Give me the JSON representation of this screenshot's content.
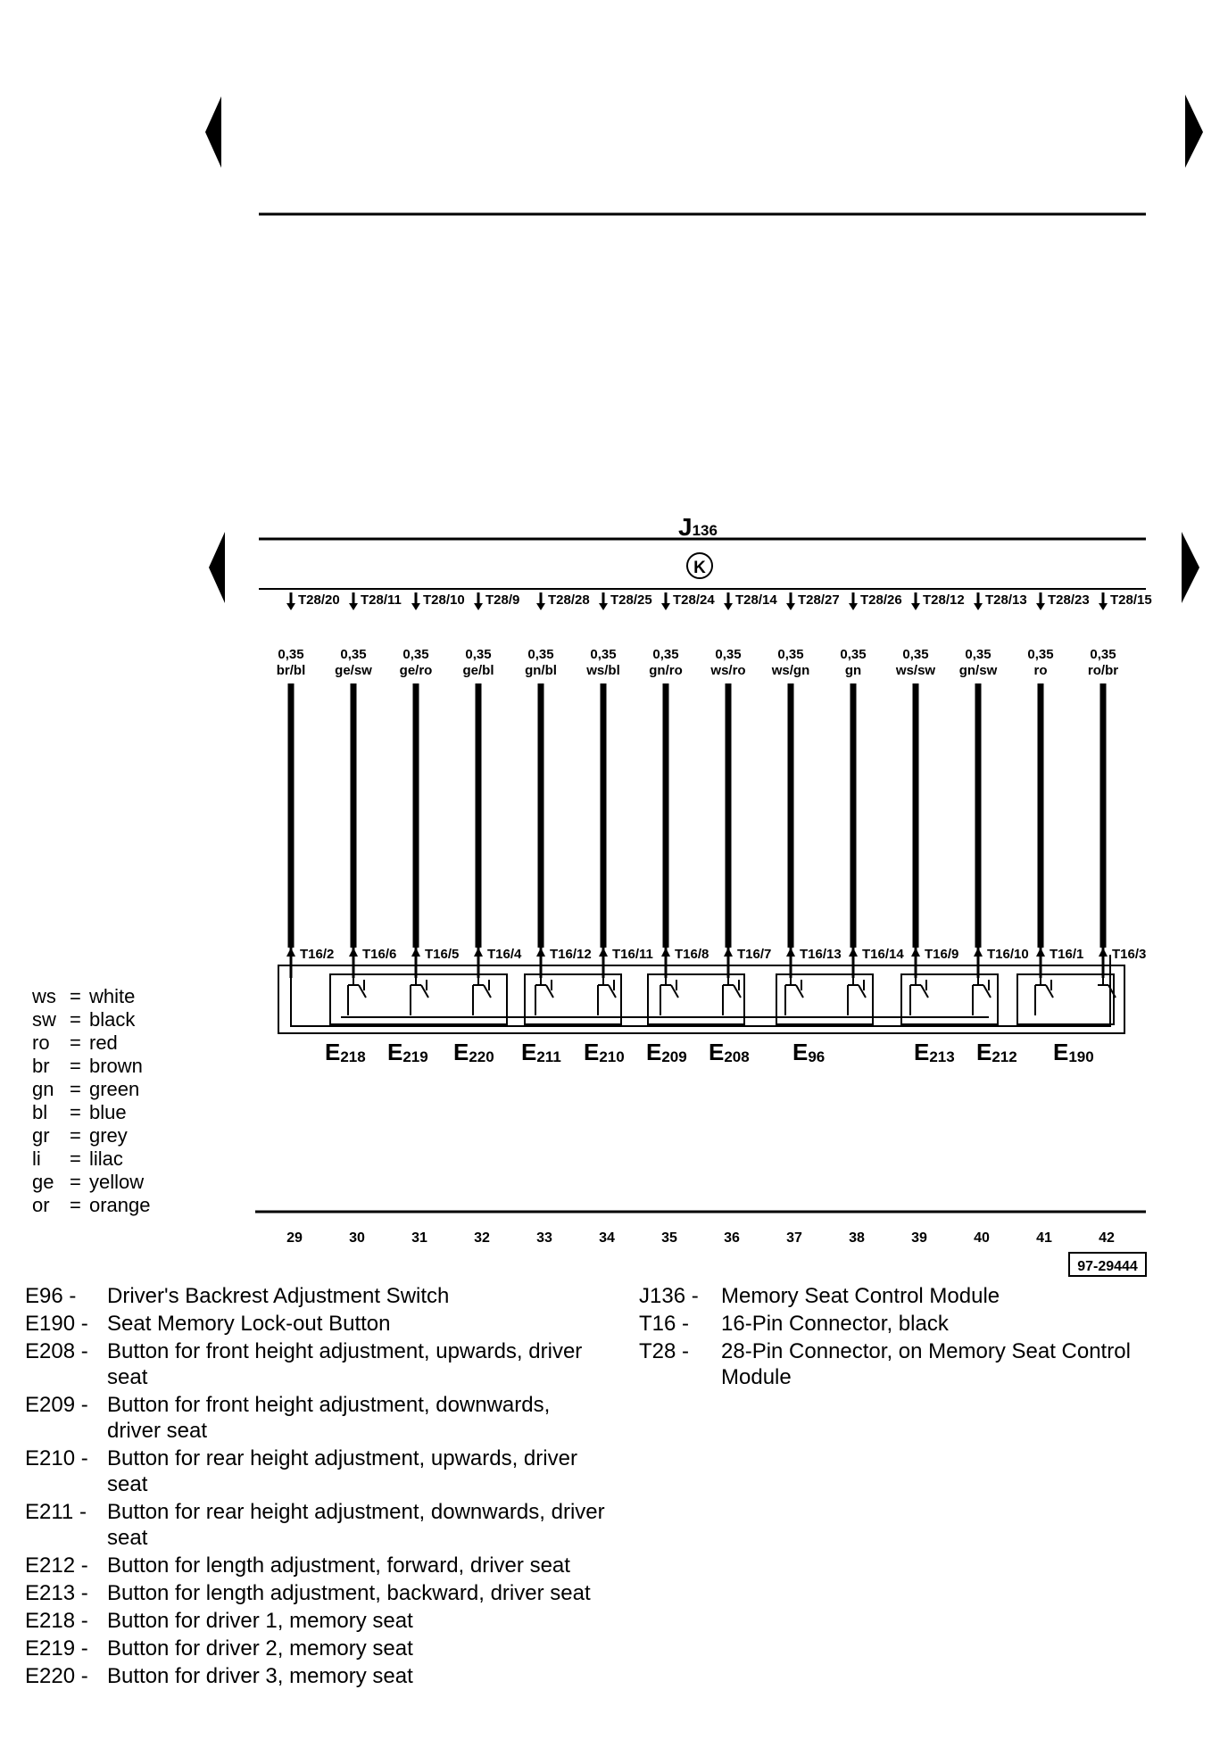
{
  "module": {
    "name": "J",
    "subscript": "136",
    "symbol": "K"
  },
  "wires": [
    {
      "t28": "T28/20",
      "size": "0,35",
      "color": "br/bl",
      "t16": "T16/2",
      "track": "29"
    },
    {
      "t28": "T28/11",
      "size": "0,35",
      "color": "ge/sw",
      "t16": "T16/6",
      "track": "30"
    },
    {
      "t28": "T28/10",
      "size": "0,35",
      "color": "ge/ro",
      "t16": "T16/5",
      "track": "31"
    },
    {
      "t28": "T28/9",
      "size": "0,35",
      "color": "ge/bl",
      "t16": "T16/4",
      "track": "32"
    },
    {
      "t28": "T28/28",
      "size": "0,35",
      "color": "gn/bl",
      "t16": "T16/12",
      "track": "33"
    },
    {
      "t28": "T28/25",
      "size": "0,35",
      "color": "ws/bl",
      "t16": "T16/11",
      "track": "34"
    },
    {
      "t28": "T28/24",
      "size": "0,35",
      "color": "gn/ro",
      "t16": "T16/8",
      "track": "35"
    },
    {
      "t28": "T28/14",
      "size": "0,35",
      "color": "ws/ro",
      "t16": "T16/7",
      "track": "36"
    },
    {
      "t28": "T28/27",
      "size": "0,35",
      "color": "ws/gn",
      "t16": "T16/13",
      "track": "37"
    },
    {
      "t28": "T28/26",
      "size": "0,35",
      "color": "gn",
      "t16": "T16/14",
      "track": "38"
    },
    {
      "t28": "T28/12",
      "size": "0,35",
      "color": "ws/sw",
      "t16": "T16/9",
      "track": "39"
    },
    {
      "t28": "T28/13",
      "size": "0,35",
      "color": "gn/sw",
      "t16": "T16/10",
      "track": "40"
    },
    {
      "t28": "T28/23",
      "size": "0,35",
      "color": "ro",
      "t16": "T16/1",
      "track": "41"
    },
    {
      "t28": "T28/15",
      "size": "0,35",
      "color": "ro/br",
      "t16": "T16/3",
      "track": "42"
    }
  ],
  "switches": [
    {
      "letter": "E",
      "sub": "218"
    },
    {
      "letter": "E",
      "sub": "219"
    },
    {
      "letter": "E",
      "sub": "220"
    },
    {
      "letter": "E",
      "sub": "211"
    },
    {
      "letter": "E",
      "sub": "210"
    },
    {
      "letter": "E",
      "sub": "209"
    },
    {
      "letter": "E",
      "sub": "208"
    },
    {
      "letter": "E",
      "sub": "96"
    },
    {
      "letter": "E",
      "sub": "213"
    },
    {
      "letter": "E",
      "sub": "212"
    },
    {
      "letter": "E",
      "sub": "190"
    }
  ],
  "diagram_id": "97-29444",
  "color_legend": [
    {
      "code": "ws",
      "name": "white"
    },
    {
      "code": "sw",
      "name": "black"
    },
    {
      "code": "ro",
      "name": "red"
    },
    {
      "code": "br",
      "name": "brown"
    },
    {
      "code": "gn",
      "name": "green"
    },
    {
      "code": "bl",
      "name": "blue"
    },
    {
      "code": "gr",
      "name": "grey"
    },
    {
      "code": "li",
      "name": "lilac"
    },
    {
      "code": "ge",
      "name": "yellow"
    },
    {
      "code": "or",
      "name": "orange"
    }
  ],
  "components_left": [
    {
      "code": "E96",
      "sep": "-",
      "desc": "Driver's Backrest Adjustment Switch"
    },
    {
      "code": "E190",
      "sep": "-",
      "desc": "Seat Memory Lock-out Button"
    },
    {
      "code": "E208",
      "sep": "-",
      "desc": "Button for front height adjustment, upwards, driver seat"
    },
    {
      "code": "E209",
      "sep": "-",
      "desc": "Button for front height adjustment, downwards, driver seat"
    },
    {
      "code": "E210",
      "sep": "-",
      "desc": "Button for rear height adjustment, upwards, driver seat"
    },
    {
      "code": "E211",
      "sep": "-",
      "desc": "Button for rear height adjustment, downwards, driver seat"
    },
    {
      "code": "E212",
      "sep": "-",
      "desc": "Button for length adjustment, forward, driver seat"
    },
    {
      "code": "E213",
      "sep": "-",
      "desc": "Button for length adjustment, backward, driver seat"
    },
    {
      "code": "E218",
      "sep": "-",
      "desc": "Button for driver 1, memory seat"
    },
    {
      "code": "E219",
      "sep": "-",
      "desc": "Button for driver 2, memory seat"
    },
    {
      "code": "E220",
      "sep": "-",
      "desc": "Button for driver 3, memory seat"
    }
  ],
  "components_right": [
    {
      "code": "J136",
      "sep": "-",
      "desc": "Memory Seat Control Module"
    },
    {
      "code": "T16",
      "sep": "-",
      "desc": "16-Pin Connector, black"
    },
    {
      "code": "T28",
      "sep": "-",
      "desc": "28-Pin Connector, on Memory Seat Control Module"
    }
  ]
}
